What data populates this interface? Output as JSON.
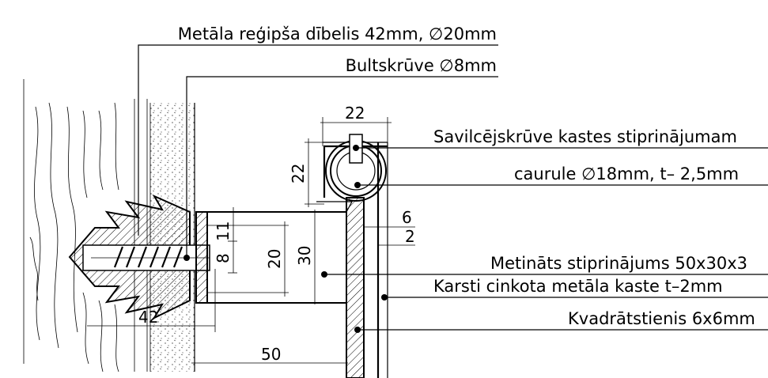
{
  "labels": {
    "dowel": "Metāla reģipša dībelis 42mm, ∅20mm",
    "bolt": "Bultskrūve ∅8mm",
    "clamp_screw": "Savilcējskrūve kastes stiprinājumam",
    "pipe": "caurule ∅18mm, t– 2,5mm",
    "welded_bracket": "Metināts stiprinājums 50x30x3",
    "box": "Karsti cinkota metāla kaste t–2mm",
    "square_bar": "Kvadrātstienis 6x6mm"
  },
  "dimensions": {
    "d22_top": "22",
    "d22_side": "22",
    "d6": "6",
    "d2": "2",
    "d11": "11",
    "d8": "8",
    "d20": "20",
    "d30": "30",
    "d42": "42",
    "d50": "50"
  }
}
